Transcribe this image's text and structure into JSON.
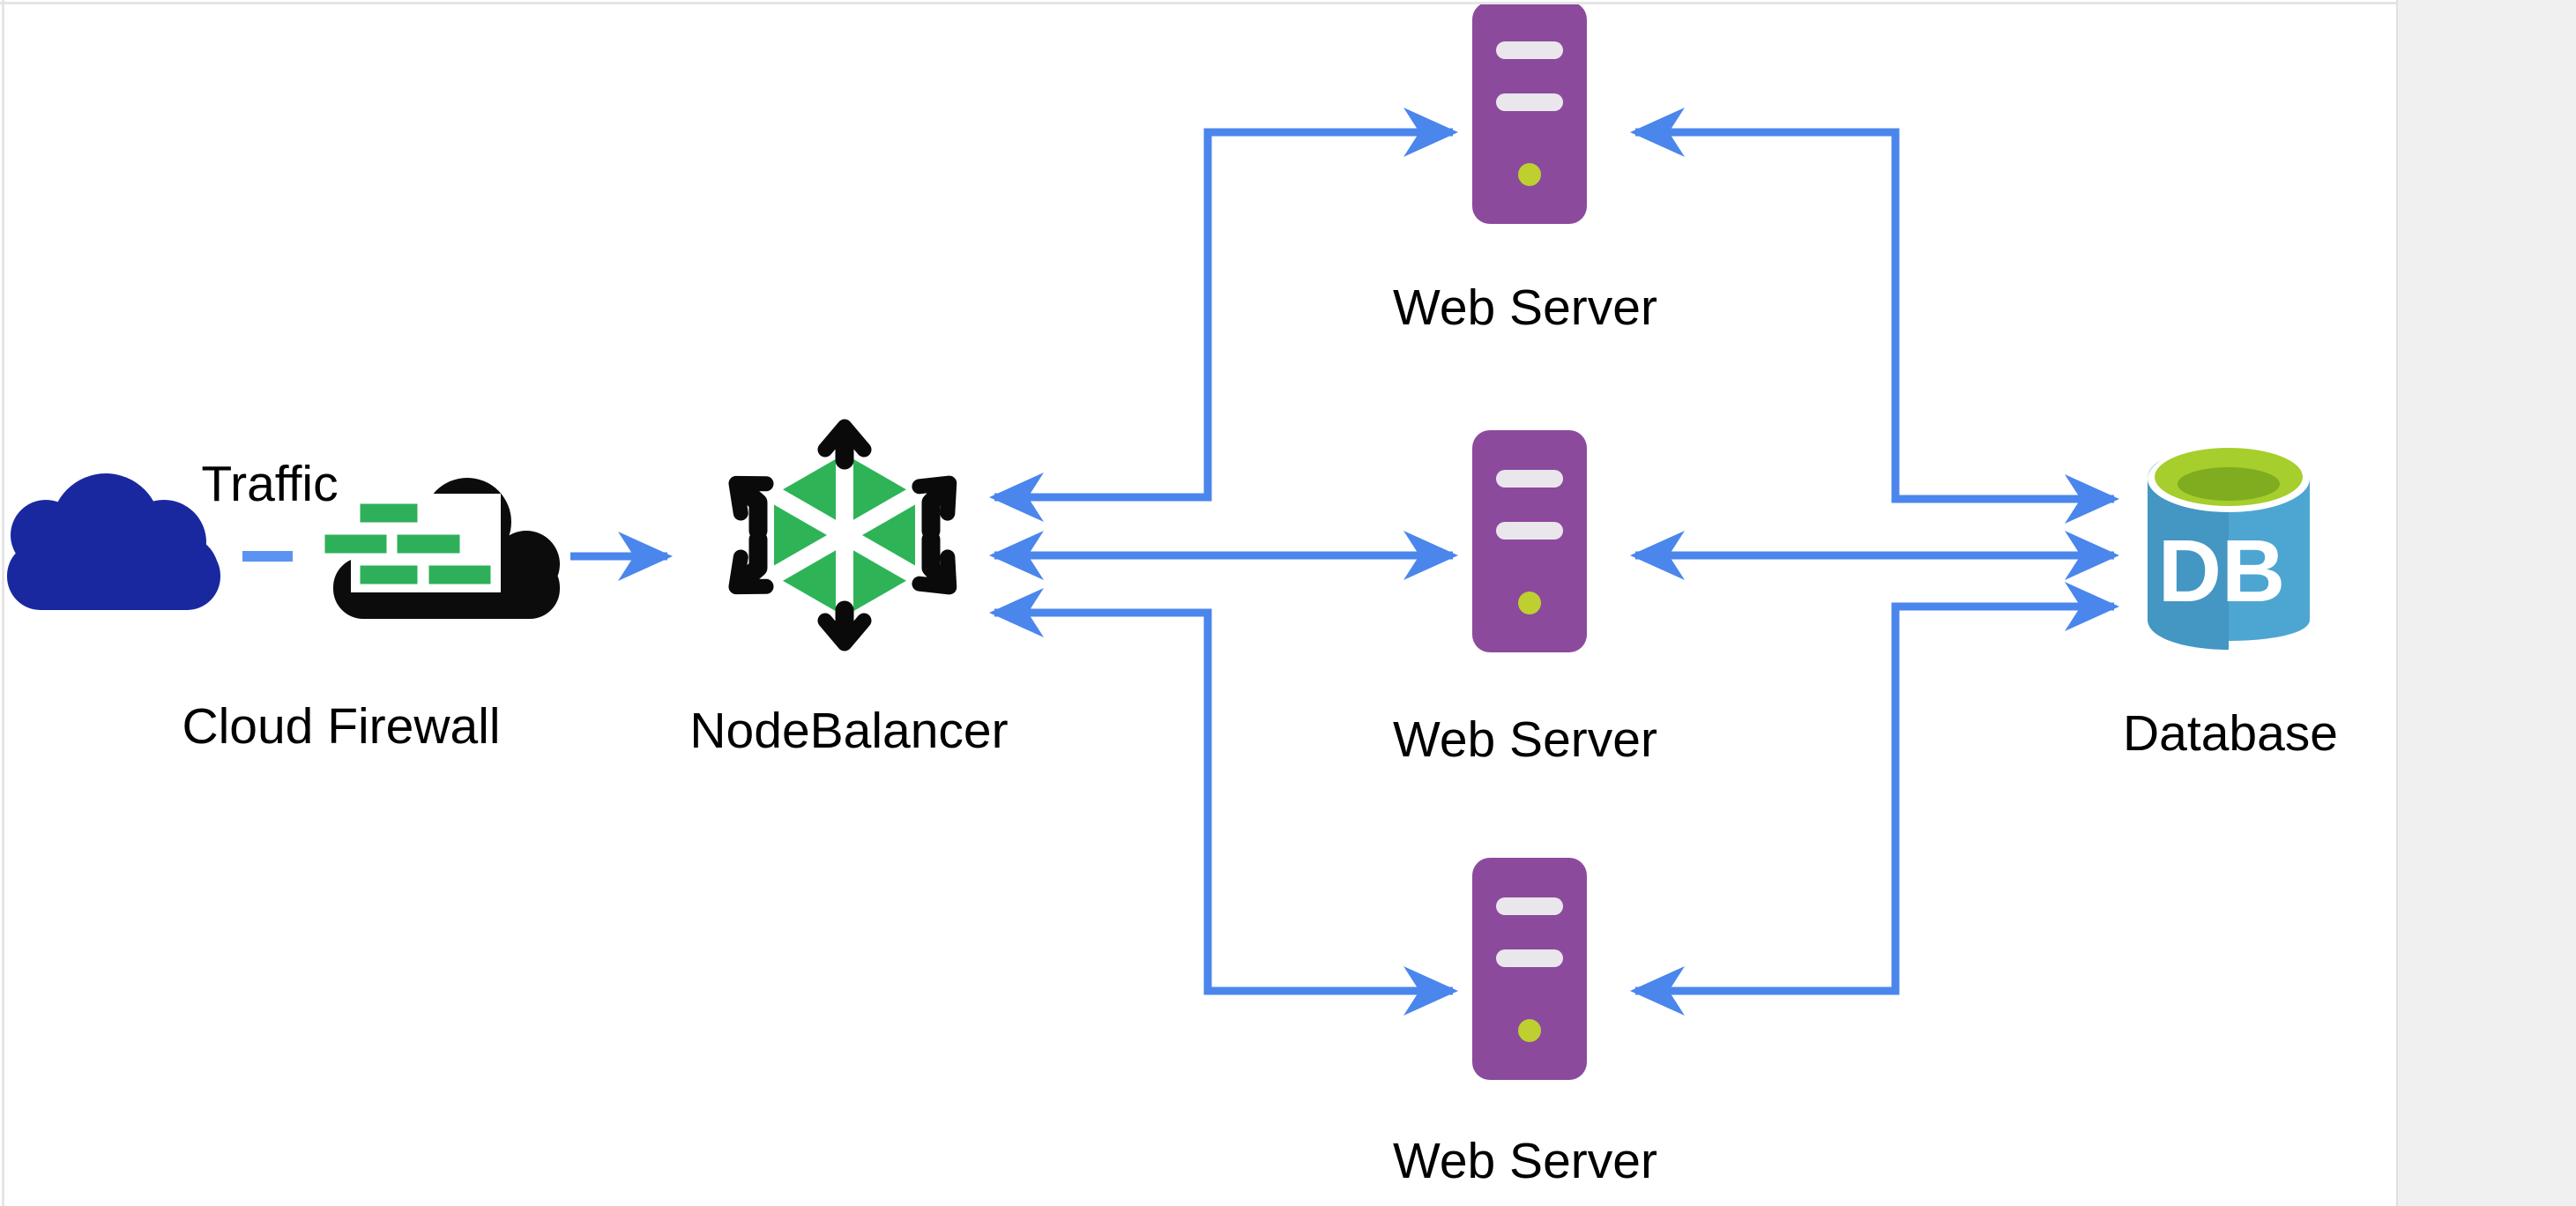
{
  "frame": {
    "canvas_color": "#ffffff",
    "side_panel_color": "#f0f0f0",
    "border_color": "#e5e5e5"
  },
  "diagram": {
    "connector_color": "#4a86ec",
    "dash_color": "#5b93f2",
    "nodes": {
      "traffic": {
        "label": "Traffic",
        "icon": "cloud-icon",
        "color": "#19289f"
      },
      "firewall": {
        "label": "Cloud Firewall",
        "icon": "firewall-cloud-icon",
        "cloud_color": "#0c0c0c",
        "brick_color": "#2eb05a"
      },
      "nodebalancer": {
        "label": "NodeBalancer",
        "icon": "nodebalancer-icon",
        "hex_color": "#2eb457",
        "arrow_color": "#0a0a0a"
      },
      "web1": {
        "label": "Web Server",
        "icon": "server-icon",
        "body_color": "#8c4a9d",
        "slot_color": "#e9e7ec",
        "led_color": "#bdd02f"
      },
      "web2": {
        "label": "Web Server",
        "icon": "server-icon",
        "body_color": "#8c4a9d",
        "slot_color": "#e9e7ec",
        "led_color": "#bdd02f"
      },
      "web3": {
        "label": "Web Server",
        "icon": "server-icon",
        "body_color": "#8c4a9d",
        "slot_color": "#e9e7ec",
        "led_color": "#bdd02f"
      },
      "database": {
        "label": "Database",
        "badge": "DB",
        "icon": "database-cylinder-icon",
        "body_color": "#4da6d2",
        "shade_color": "#4496c3",
        "lid_color": "#a6ce2c",
        "lid_inner_color": "#80ad1f"
      }
    },
    "connections": [
      {
        "from": "traffic",
        "to": "firewall",
        "style": "dashed",
        "arrows": "none"
      },
      {
        "from": "firewall",
        "to": "nodebalancer",
        "style": "straight",
        "arrows": "forward"
      },
      {
        "from": "nodebalancer",
        "to": "web1",
        "style": "elbow",
        "arrows": "both"
      },
      {
        "from": "nodebalancer",
        "to": "web2",
        "style": "straight",
        "arrows": "both"
      },
      {
        "from": "nodebalancer",
        "to": "web3",
        "style": "elbow",
        "arrows": "both"
      },
      {
        "from": "web1",
        "to": "database",
        "style": "elbow",
        "arrows": "both"
      },
      {
        "from": "web2",
        "to": "database",
        "style": "straight",
        "arrows": "both"
      },
      {
        "from": "web3",
        "to": "database",
        "style": "elbow",
        "arrows": "both"
      }
    ]
  }
}
